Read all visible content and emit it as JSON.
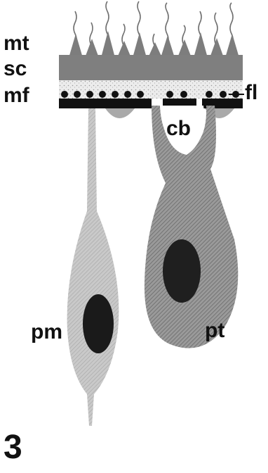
{
  "labels": {
    "mt": "mt",
    "sc": "sc",
    "mf": "mf",
    "fl": "fl",
    "cb": "cb",
    "pm": "pm",
    "pt": "pt"
  },
  "figure_number": "3",
  "colors": {
    "microtubules": "#7a7a7a",
    "subcortex": "#7f7f7f",
    "microfilament_band": "#e4e4e4",
    "dots": "#111111",
    "premyoblast": "#bdbdbd",
    "pm_nucleus": "#1a1a1a",
    "protrusion": "#8a8a8a",
    "pt_nucleus": "#1f1f1f",
    "cell_body": "#ffffff",
    "text": "#111111"
  }
}
